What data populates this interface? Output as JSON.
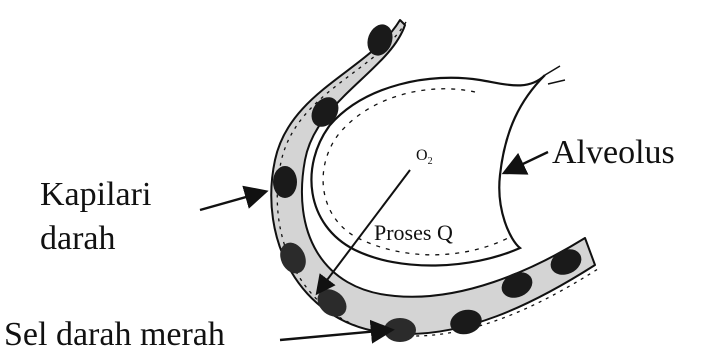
{
  "labels": {
    "capillary_line1": "Kapilari",
    "capillary_line2": "darah",
    "alveolus": "Alveolus",
    "process": "Proses Q",
    "oxygen_symbol": "O",
    "oxygen_subscript": "2",
    "red_blood_cell": "Sel darah merah"
  },
  "colors": {
    "ink": "#111111",
    "capillary_fill": "#d4d4d4",
    "cell_fill": "#1a1a1a"
  },
  "icons": [
    "arrow-icon"
  ]
}
